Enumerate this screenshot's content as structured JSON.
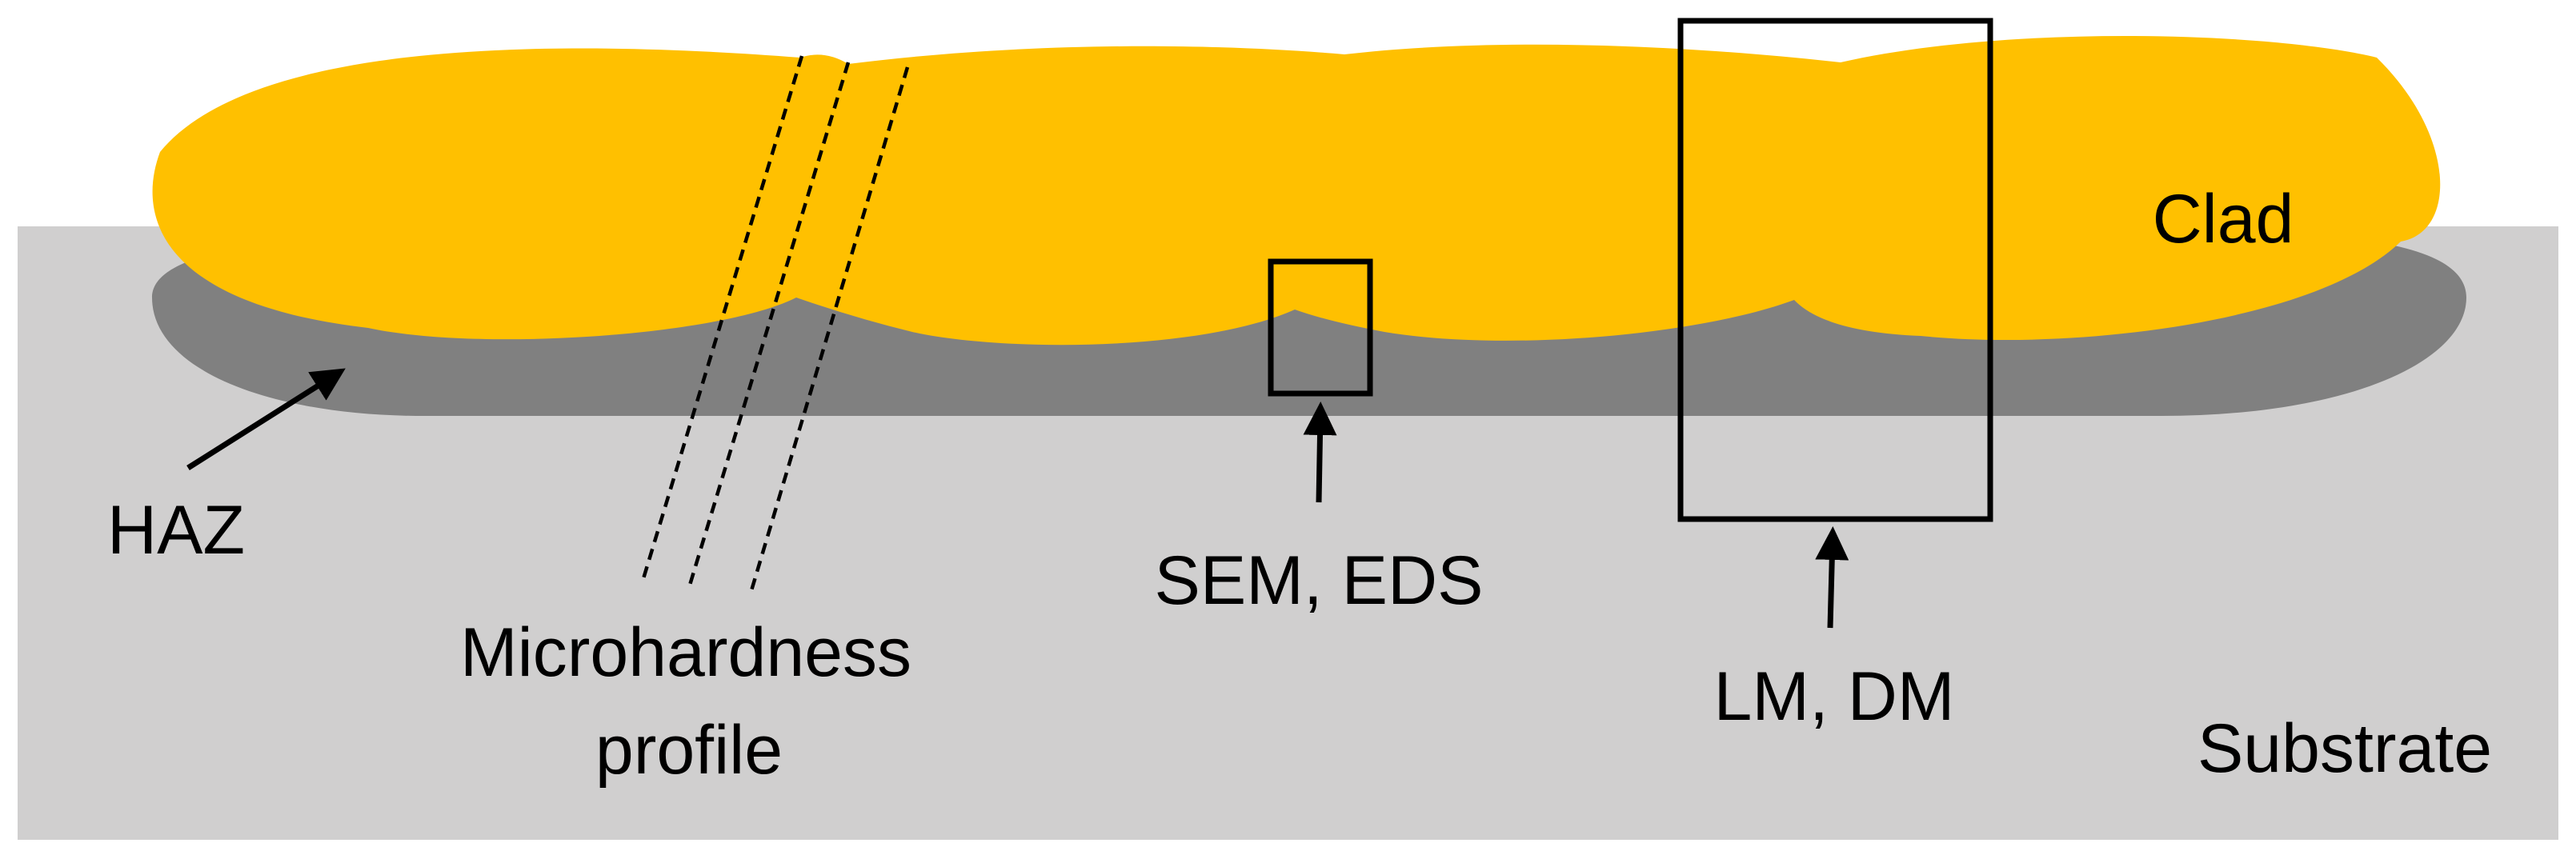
{
  "labels": {
    "clad": "Clad",
    "substrate": "Substrate",
    "haz": "HAZ",
    "microhardness_line1": "Microhardness",
    "microhardness_line2": "profile",
    "sem_eds": "SEM, EDS",
    "lm_dm": "LM, DM"
  },
  "colors": {
    "background": "#ffffff",
    "substrate": "#d0cfcf",
    "haz": "#808080",
    "clad": "#ffc000",
    "lines": "#000000"
  }
}
